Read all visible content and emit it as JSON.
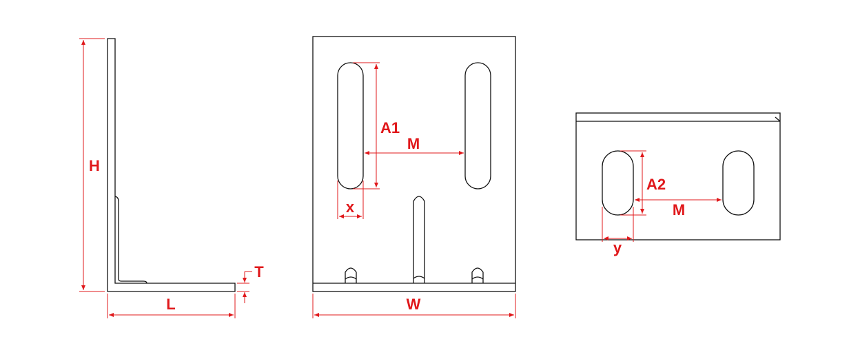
{
  "colors": {
    "outline": "#111111",
    "dimension": "#e0181b"
  },
  "side_view": {
    "height_label": "H",
    "length_label": "L",
    "thickness_label": "T"
  },
  "front_view": {
    "slot_length_label": "A1",
    "slot_spacing_label": "M",
    "slot_width_label": "x",
    "width_label": "W"
  },
  "base_view": {
    "slot_length_label": "A2",
    "slot_spacing_label": "M",
    "slot_width_label": "y"
  }
}
